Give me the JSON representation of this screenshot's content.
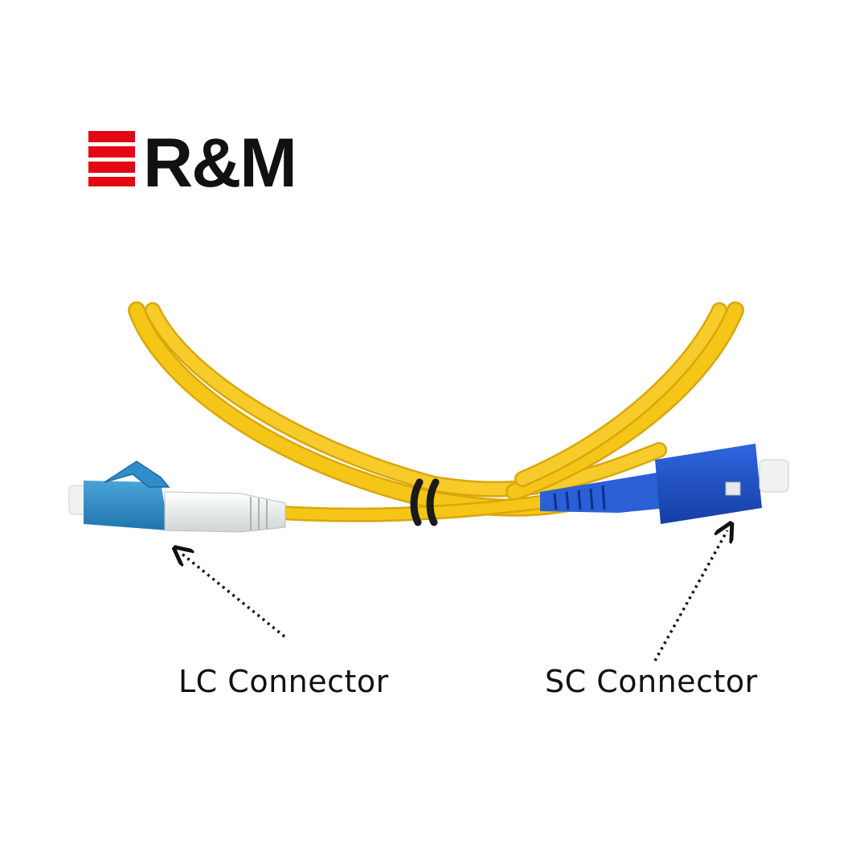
{
  "brand": {
    "name": "R&M",
    "logo_stripe_color": "#e30613",
    "logo_text_color": "#111111"
  },
  "labels": {
    "lc": "LC Connector",
    "sc": "SC Connector"
  },
  "colors": {
    "background": "#ffffff",
    "cable": "#f5c518",
    "cable_shadow": "#d9a70c",
    "lc_body": "#2f8ec9",
    "lc_boot": "#e9ecec",
    "sc_body": "#1b4fc4",
    "sc_boot": "#2a5fd6",
    "ferrule": "#f0f2f2",
    "cable_clip": "#1a1a1a"
  },
  "icons": {
    "lc_arrow": "dotted-arrow-icon",
    "sc_arrow": "dotted-arrow-icon"
  }
}
